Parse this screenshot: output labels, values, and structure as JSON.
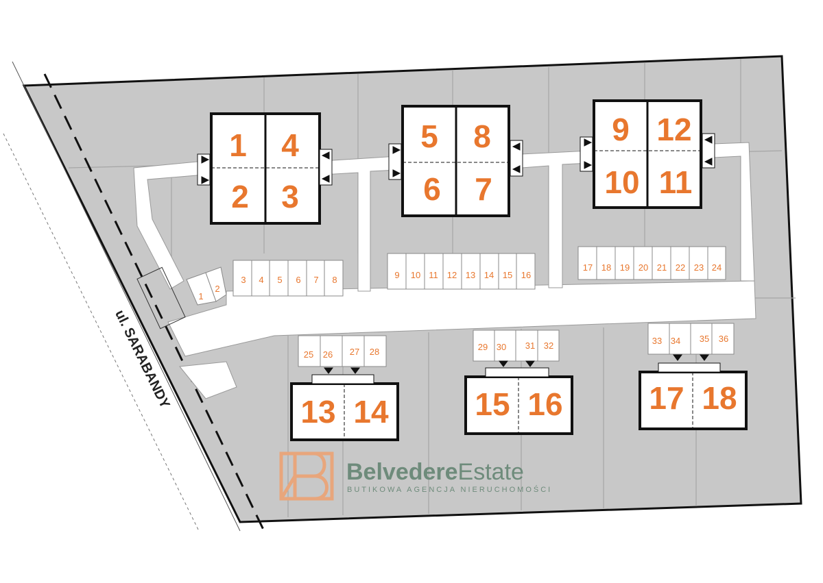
{
  "street_name": "ul. SARABANDY",
  "brand": {
    "name_part1": "Belvedere",
    "name_part2": "Estate",
    "tagline": "BUTIKOWA AGENCJA NIERUCHOMOŚCI",
    "accent_color": "#E8772E",
    "text_color": "#6E8B7B"
  },
  "colors": {
    "plot": "#C8C8C8",
    "road": "#FFFFFF",
    "outline": "#111111",
    "label": "#E8772E"
  },
  "buildings": [
    {
      "units": [
        "1",
        "4",
        "2",
        "3"
      ]
    },
    {
      "units": [
        "5",
        "8",
        "6",
        "7"
      ]
    },
    {
      "units": [
        "9",
        "12",
        "10",
        "11"
      ]
    },
    {
      "units": [
        "13",
        "14"
      ]
    },
    {
      "units": [
        "15",
        "16"
      ]
    },
    {
      "units": [
        "17",
        "18"
      ]
    }
  ],
  "parking_spots": [
    "1",
    "2",
    "3",
    "4",
    "5",
    "6",
    "7",
    "8",
    "9",
    "10",
    "11",
    "12",
    "13",
    "14",
    "15",
    "16",
    "17",
    "18",
    "19",
    "20",
    "21",
    "22",
    "23",
    "24",
    "25",
    "26",
    "27",
    "28",
    "29",
    "30",
    "31",
    "32",
    "33",
    "34",
    "35",
    "36"
  ]
}
